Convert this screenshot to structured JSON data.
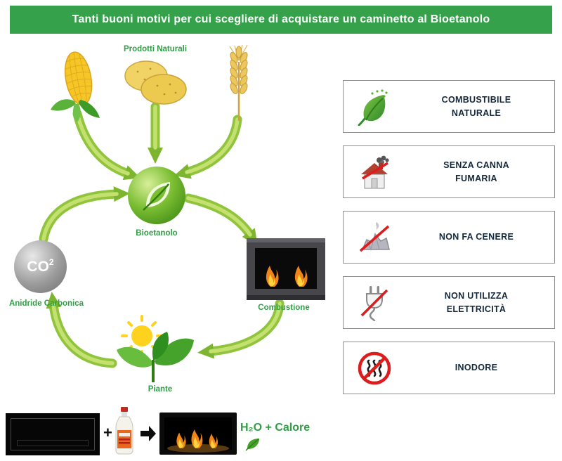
{
  "banner": {
    "title": "Tanti buoni motivi per cui scegliere di acquistare un caminetto al Bioetanolo"
  },
  "colors": {
    "banner_green": "#36a14b",
    "label_green": "#2f9e44",
    "arrow_green": "#8fc43c",
    "box_border": "#8f8f8f",
    "benefit_text": "#14283c",
    "prohibition_red": "#dd1d1d"
  },
  "diagram": {
    "labels": {
      "natural_products": "Prodotti Naturali",
      "bioethanol": "Bioetanolo",
      "combustion": "Combustione",
      "plants": "Piante",
      "carbon_dioxide": "Anidride Carbonica"
    },
    "co2": {
      "base": "CO",
      "sup": "2"
    },
    "images": [
      "corn",
      "potatoes",
      "wheat",
      "bioethanol-sphere",
      "fireplace",
      "plant-with-sun",
      "co2-sphere"
    ]
  },
  "equation": {
    "plus": "+",
    "result": "H₂O + Calore"
  },
  "benefits": [
    {
      "icon": "natural-fuel-leaf-icon",
      "label": "COMBUSTIBILE NATURALE"
    },
    {
      "icon": "no-flue-house-icon",
      "label": "SENZA CANNA FUMARIA"
    },
    {
      "icon": "no-ash-icon",
      "label": "NON FA CENERE"
    },
    {
      "icon": "no-electricity-plug-icon",
      "label": "NON UTILIZZA ELETTRICITÀ"
    },
    {
      "icon": "odorless-no-smoke-icon",
      "label": "INODORE"
    }
  ]
}
